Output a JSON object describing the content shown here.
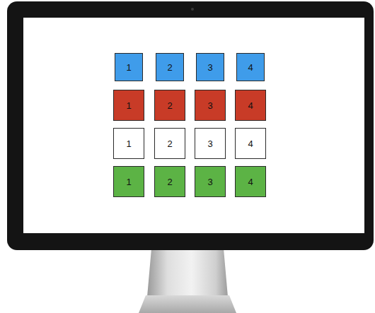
{
  "diagram": {
    "nodes": [
      {
        "text": [
          "1"
        ]
      },
      {
        "text": [
          "2"
        ]
      },
      {
        "text": [
          "3"
        ]
      },
      {
        "text": [
          "4"
        ]
      },
      {
        "text": [
          "1"
        ]
      },
      {
        "text": [
          "2"
        ]
      },
      {
        "text": [
          "3"
        ]
      },
      {
        "text": [
          "4"
        ]
      },
      {
        "text": [
          "1"
        ]
      },
      {
        "text": [
          "2"
        ]
      },
      {
        "text": [
          "3"
        ]
      },
      {
        "text": [
          "4"
        ]
      },
      {
        "text": [
          "1"
        ]
      },
      {
        "text": [
          "2"
        ]
      },
      {
        "text": [
          "3"
        ]
      },
      {
        "text": [
          "4"
        ]
      }
    ]
  }
}
